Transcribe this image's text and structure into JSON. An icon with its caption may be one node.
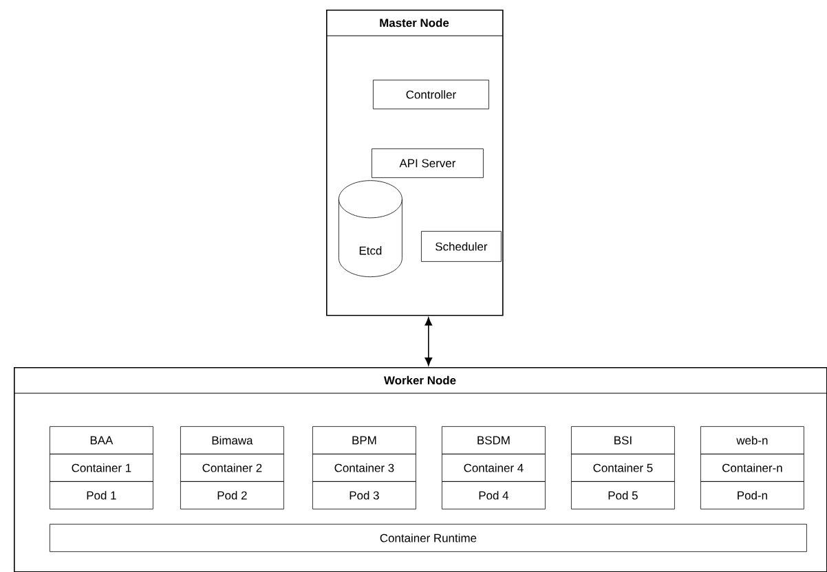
{
  "diagram": {
    "nodes": [
      {
        "text": [
          "Master Node"
        ]
      },
      {
        "text": [
          "Controller"
        ],
        "in": 0
      },
      {
        "text": [
          "API Server"
        ],
        "in": 0
      },
      {
        "text": [
          "Etcd"
        ],
        "in": 0
      },
      {
        "text": [
          "Scheduler"
        ],
        "in": 0
      },
      {
        "text": [
          "Worker Node"
        ]
      },
      {
        "text": [
          "BAA"
        ],
        "in": 5
      },
      {
        "text": [
          "Container 1"
        ],
        "in": 5
      },
      {
        "text": [
          "Pod 1"
        ],
        "in": 5
      },
      {
        "text": [
          "Bimawa"
        ],
        "in": 5
      },
      {
        "text": [
          "Container 2"
        ],
        "in": 5
      },
      {
        "text": [
          "Pod 2"
        ],
        "in": 5
      },
      {
        "text": [
          "BPM"
        ],
        "in": 5
      },
      {
        "text": [
          "Container 3"
        ],
        "in": 5
      },
      {
        "text": [
          "Pod 3"
        ],
        "in": 5
      },
      {
        "text": [
          "BSDM"
        ],
        "in": 5
      },
      {
        "text": [
          "Container 4"
        ],
        "in": 5
      },
      {
        "text": [
          "Pod 4"
        ],
        "in": 5
      },
      {
        "text": [
          "BSI"
        ],
        "in": 5
      },
      {
        "text": [
          "Container 5"
        ],
        "in": 5
      },
      {
        "text": [
          "Pod 5"
        ],
        "in": 5
      },
      {
        "text": [
          "web-n"
        ],
        "in": 5
      },
      {
        "text": [
          "Container-n"
        ],
        "in": 5
      },
      {
        "text": [
          "Pod-n"
        ],
        "in": 5
      },
      {
        "text": [
          "Container Runtime"
        ],
        "in": 5
      }
    ],
    "edges": [
      {
        "from": 0,
        "to": 5,
        "arrow": "both"
      }
    ]
  }
}
